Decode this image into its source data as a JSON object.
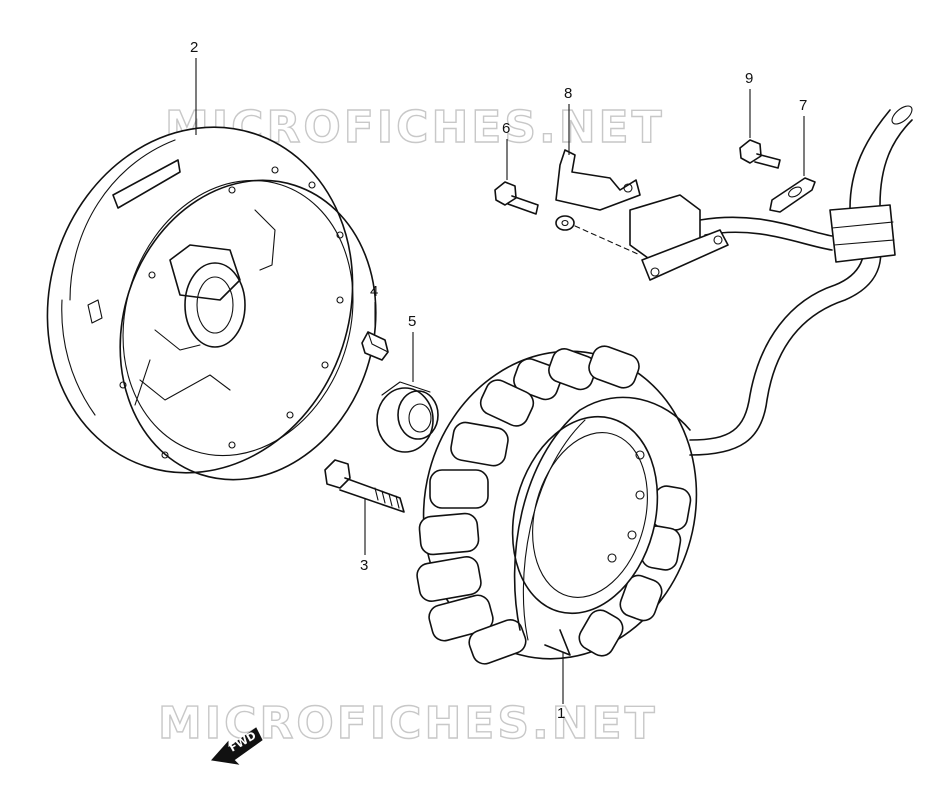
{
  "watermark": {
    "top": "MICROFICHES.NET",
    "bottom": "MICROFICHES.NET"
  },
  "callouts": {
    "p1": "1",
    "p2": "2",
    "p3": "3",
    "p4": "4",
    "p5": "5",
    "p6": "6",
    "p7": "7",
    "p8": "8",
    "p9": "9"
  },
  "direction_badge": "FWD",
  "colors": {
    "line": "#111111",
    "watermark_outline": "#c8c8c8",
    "background": "#ffffff"
  }
}
